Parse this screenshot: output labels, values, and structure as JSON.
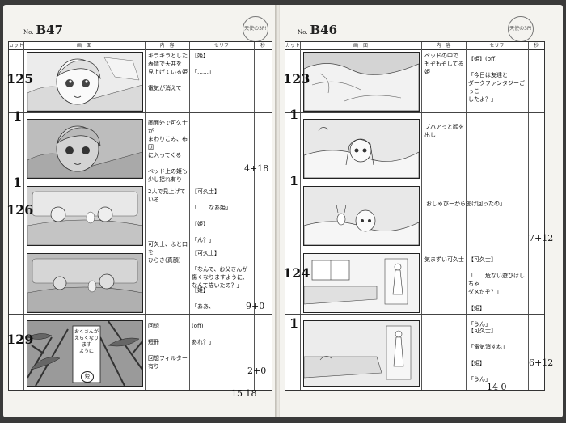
{
  "left_page": {
    "no_label": "No.",
    "page_no": "B47",
    "stamp": "天使の3P!",
    "columns": {
      "cut": "カット",
      "picture": "画　面",
      "content": "内　容",
      "dialogue": "セリフ",
      "seconds": "秒"
    },
    "rows": [
      {
        "content": "キラキラとした\n表情で天井を\n見上げている姫\n\n電気が消えて",
        "dialogue": "【姫】\n\n「……」"
      },
      {
        "content": "画面外で可久士が\nまわりこみ、布団\nに入ってくる\n\nベッド上の姫も\n少し揺れ有り",
        "dialogue": ""
      },
      {
        "content": "2人で見上げている",
        "dialogue": "【可久士】\n\n「……なあ姫」"
      },
      {
        "content": "",
        "dialogue": "【姫】\n\n「ん？」"
      },
      {
        "content": "可久士、ふと口を\nひらき(真顔)",
        "dialogue": "【可久士】\n\n「なんで、お父さんが\n傷くなりますように、\nなんて描いたの？」"
      },
      {
        "content": "",
        "dialogue": "【姫】\n\n「ああ、"
      },
      {
        "content": "回想\n\n短冊\n\n回想フィルター有り",
        "dialogue": "(off)\n\nあれ？」"
      }
    ],
    "tanzaku": "おくさんが\nえらくなります\nように",
    "tanzaku_sign": "姫",
    "handwritten": {
      "cut_125": "125",
      "cut_1a": "1",
      "cut_1b": "1",
      "cut_126": "126",
      "cut_129": "129",
      "time_4_18": "4+18",
      "time_9_0": "9+0",
      "time_2_0": "2+0",
      "total": "15 18"
    }
  },
  "right_page": {
    "no_label": "No.",
    "page_no": "B46",
    "stamp": "天使の3P!",
    "columns": {
      "cut": "カット",
      "picture": "画　面",
      "content": "内　容",
      "dialogue": "セリフ",
      "seconds": "秒"
    },
    "rows": [
      {
        "content": "ベッドの中で\nもぞもぞしてる姫",
        "dialogue": "【姫】(off)\n\n「今日は友達と\nダークファンタジーごっこ\nしたよ？」"
      },
      {
        "content": "プハアっと顔を出し",
        "dialogue": ""
      },
      {
        "content": "",
        "dialogue": "おしゃぴーから逃げ回ったの」"
      },
      {
        "content": "気まずい可久士",
        "dialogue": "【可久士】\n\n「……危ない遊びはしちゃ\nダメだぞ？」\n\n【姫】\n\n「うん」"
      },
      {
        "content": "",
        "dialogue": "【可久士】\n\n「電気消すね」\n\n【姫】\n\n「うん」"
      }
    ],
    "handwritten": {
      "cut_123": "123",
      "cut_1a": "1",
      "cut_1b": "1",
      "cut_124": "124",
      "cut_1c": "1",
      "time_7_12": "7+12",
      "time_6_12": "6+12",
      "total": "14 0"
    }
  }
}
